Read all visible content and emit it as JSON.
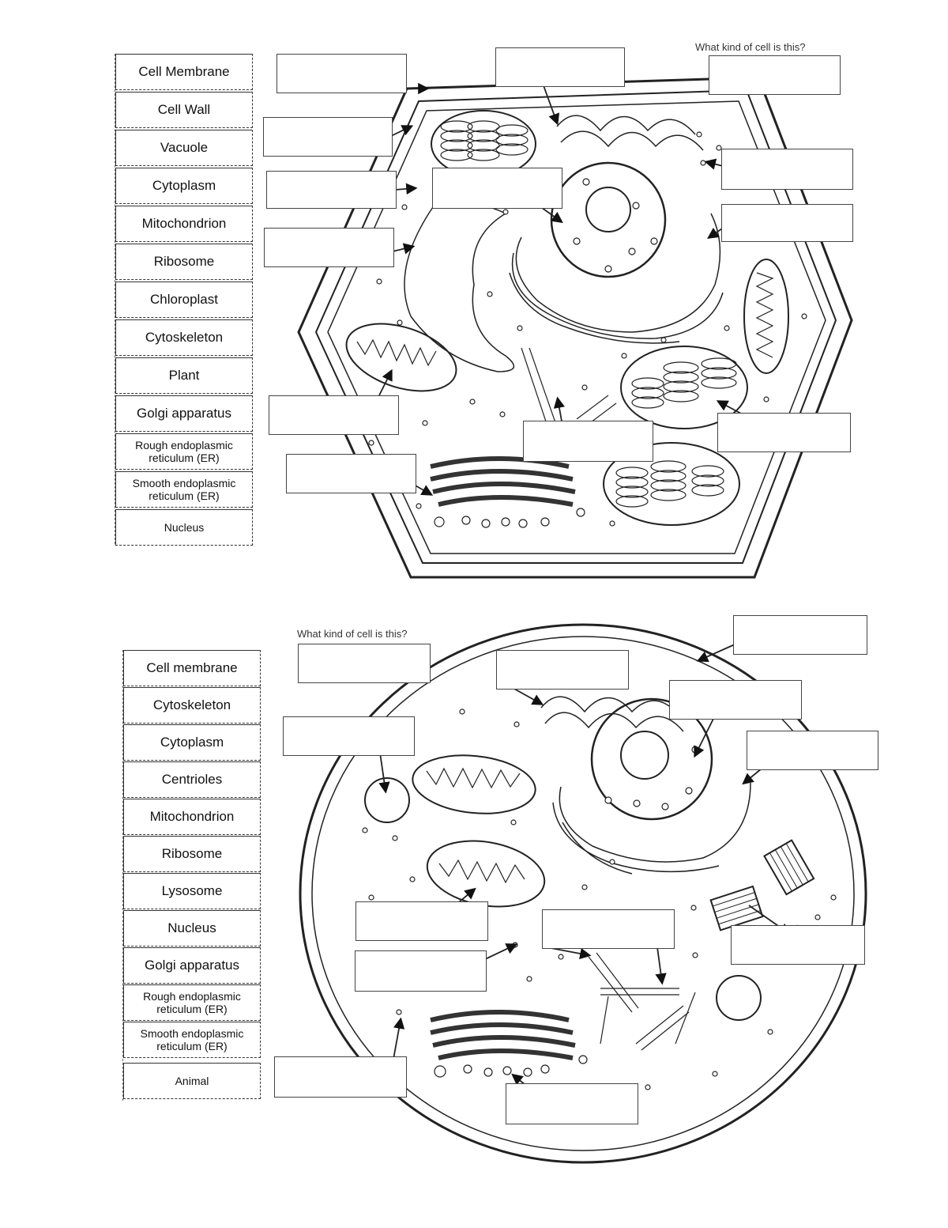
{
  "plant": {
    "question": "What kind of cell is this?",
    "word_bank": [
      "Cell Membrane",
      "Cell Wall",
      "Vacuole",
      "Cytoplasm",
      "Mitochondrion",
      "Ribosome",
      "Chloroplast",
      "Cytoskeleton",
      "Plant",
      "Golgi apparatus",
      "Rough endoplasmic\nreticulum (ER)",
      "Smooth endoplasmic\nreticulum (ER)",
      "Nucleus"
    ]
  },
  "animal": {
    "question": "What kind of cell is this?",
    "word_bank": [
      "Cell membrane",
      "Cytoskeleton",
      "Cytoplasm",
      "Centrioles",
      "Mitochondrion",
      "Ribosome",
      "Lysosome",
      "Nucleus",
      "Golgi apparatus",
      "Rough endoplasmic\nreticulum (ER)",
      "Smooth endoplasmic\nreticulum (ER)",
      "Animal"
    ]
  }
}
